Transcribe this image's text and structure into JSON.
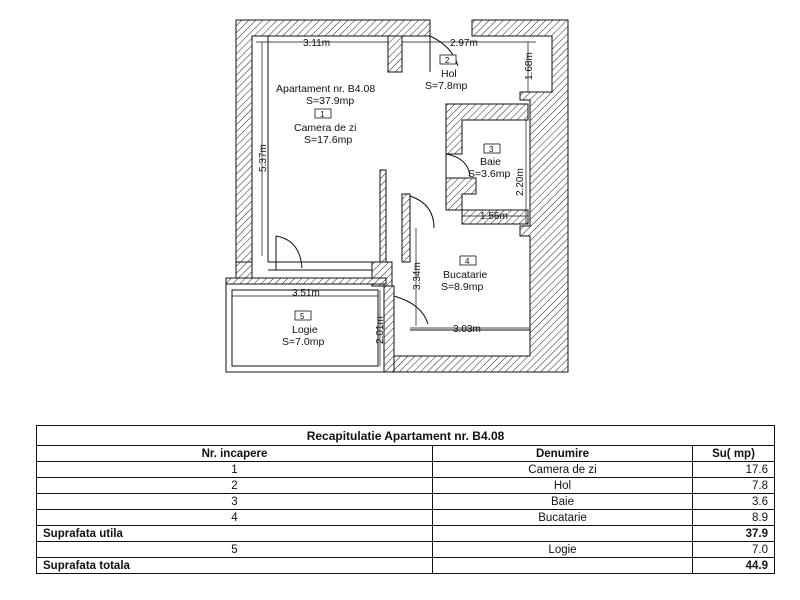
{
  "plan": {
    "dimensions": {
      "d1": "3.11m",
      "d2": "2.97m",
      "d3": "1.68m",
      "d4": "5.37m",
      "d5": "2.20m",
      "d6": "1.56m",
      "d7": "3.34m",
      "d8": "3.51m",
      "d9": "2.01m",
      "d10": "3.03m"
    },
    "apartment_label": "Apartament nr. B4.08",
    "apartment_area": "S=37.9mp",
    "rooms": [
      {
        "number": "1",
        "name": "Camera de zi",
        "area": "S=17.6mp"
      },
      {
        "number": "2",
        "name": "Hol",
        "area": "S=7.8mp"
      },
      {
        "number": "3",
        "name": "Baie",
        "area": "S=3.6mp"
      },
      {
        "number": "4",
        "name": "Bucatarie",
        "area": "S=8.9mp"
      },
      {
        "number": "5",
        "name": "Logie",
        "area": "S=7.0mp"
      }
    ]
  },
  "summary": {
    "title": "Recapitulatie Apartament nr. B4.08",
    "headers": [
      "Nr. incapere",
      "Denumire",
      "Su( mp)"
    ],
    "rows": [
      {
        "nr": "1",
        "name": "Camera de zi",
        "su": "17.6"
      },
      {
        "nr": "2",
        "name": "Hol",
        "su": "7.8"
      },
      {
        "nr": "3",
        "name": "Baie",
        "su": "3.6"
      },
      {
        "nr": "4",
        "name": "Bucatarie",
        "su": "8.9"
      }
    ],
    "util": {
      "label": "Suprafata utila",
      "su": "37.9"
    },
    "logie": {
      "nr": "5",
      "name": "Logie",
      "su": "7.0"
    },
    "total": {
      "label": "Suprafata totala",
      "su": "44.9"
    }
  }
}
